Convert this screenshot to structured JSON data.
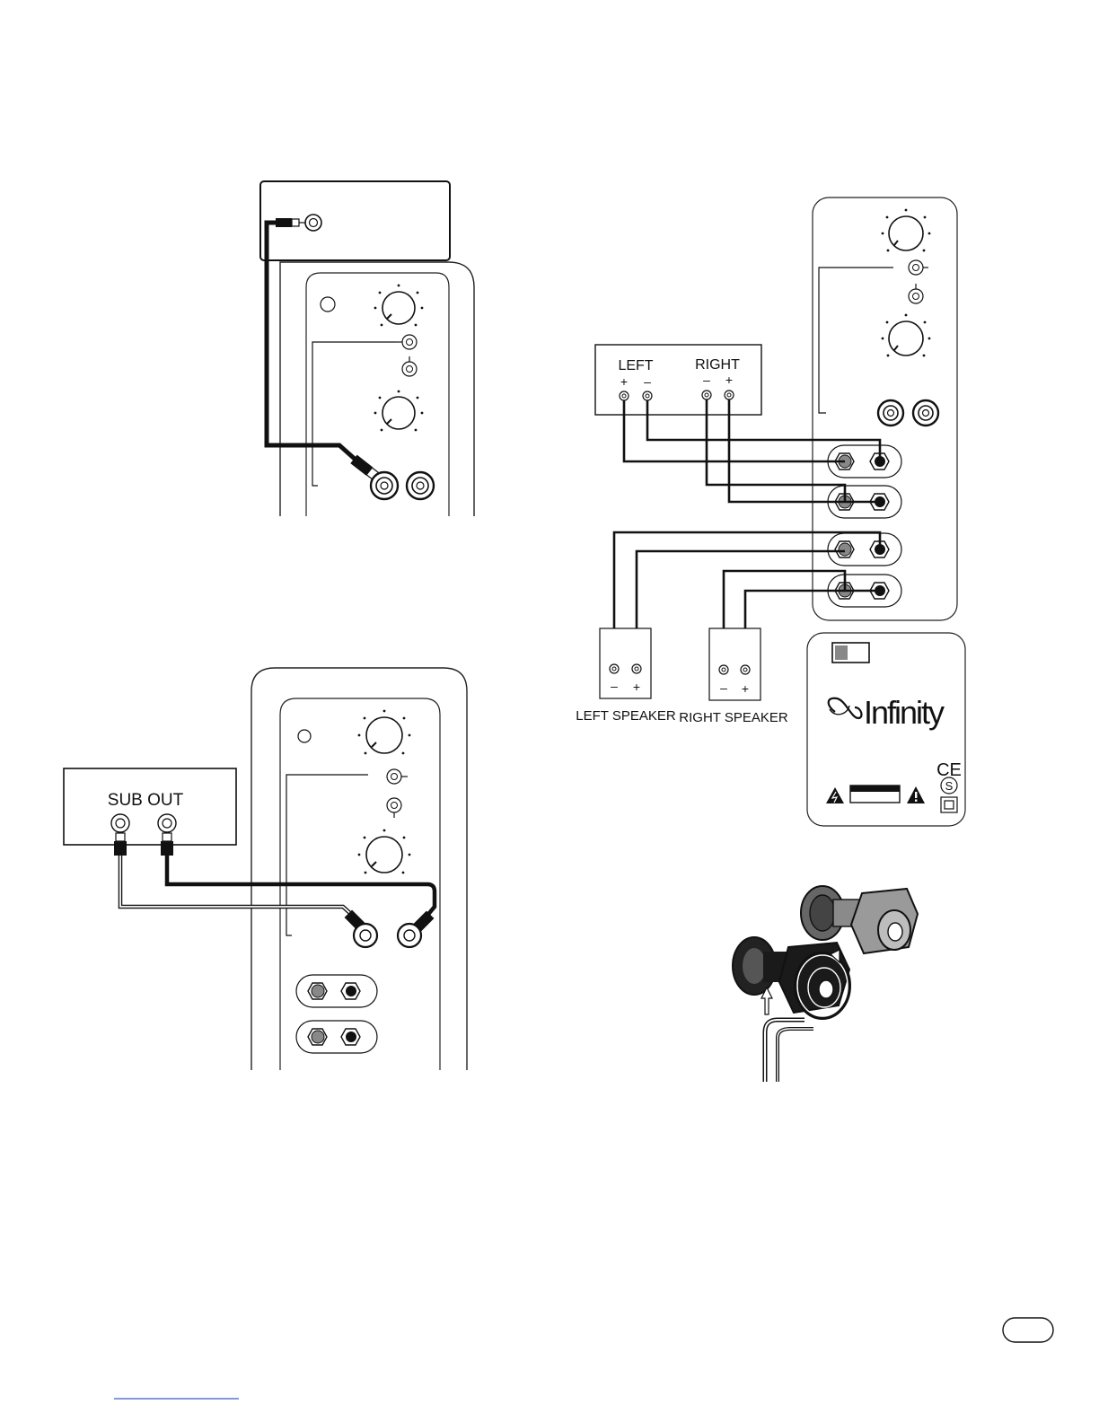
{
  "diagram3": {
    "receiver_label": "SUB OUT"
  },
  "diagram2": {
    "receiver_left_label": "LEFT",
    "receiver_right_label": "RIGHT",
    "receiver_left_plus": "+",
    "receiver_left_minus": "–",
    "receiver_right_minus": "–",
    "receiver_right_plus": "+",
    "left_speaker_label": "LEFT SPEAKER",
    "right_speaker_label": "RIGHT SPEAKER",
    "left_speaker_minus": "–",
    "left_speaker_plus": "+",
    "right_speaker_minus": "–",
    "right_speaker_plus": "+",
    "brand": "Infinity",
    "ce_mark": "CE",
    "s_mark": "S"
  }
}
